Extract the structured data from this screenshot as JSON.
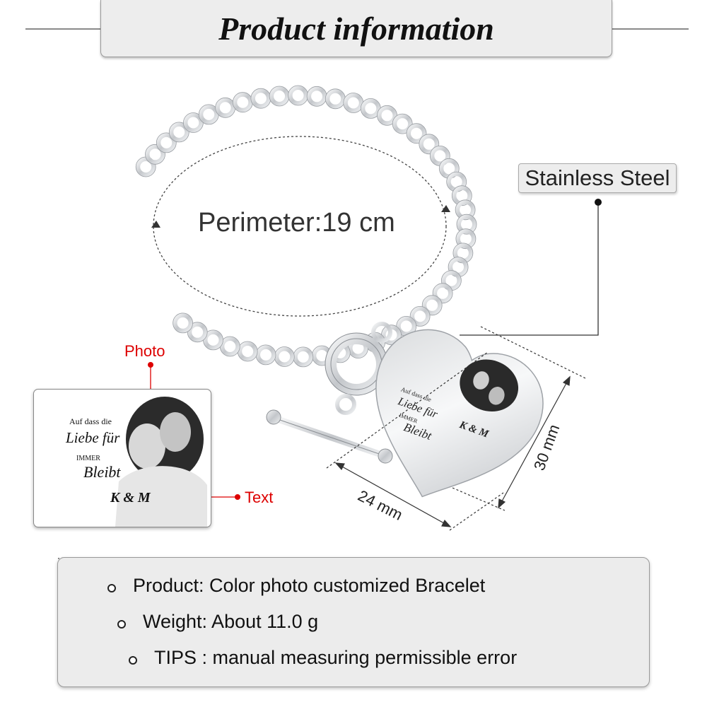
{
  "header": {
    "title": "Product information"
  },
  "material": {
    "label": "Stainless Steel"
  },
  "size": {
    "perimeter": "Perimeter:19 cm",
    "width": "24 mm",
    "height": "30 mm"
  },
  "callouts": {
    "photo": "Photo",
    "text": "Text"
  },
  "engraving": {
    "line1": "Auf dass die",
    "line2": "Liebe für",
    "line3": "IMMER",
    "line4": "Bleibt",
    "initials": "K & M"
  },
  "specs": {
    "product": "Product: Color photo customized Bracelet",
    "weight": "Weight: About 11.0 g",
    "tips": "TIPS : manual measuring permissible error"
  },
  "colors": {
    "accent": "#dd0000",
    "panel": "#ededed",
    "metal": "#c9ccd0"
  }
}
